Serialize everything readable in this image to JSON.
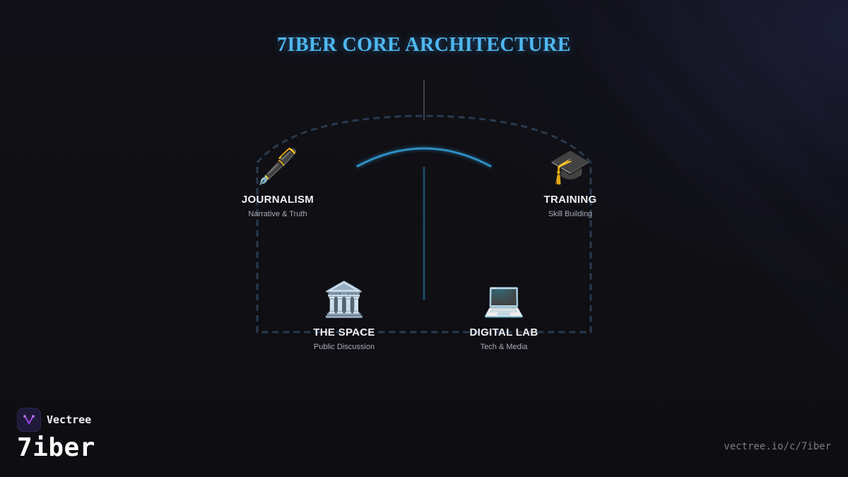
{
  "title": "7IBER CORE ARCHITECTURE",
  "nodes": {
    "journalism": {
      "icon": "fountain-pen-icon",
      "glyph": "🖋️",
      "name": "JOURNALISM",
      "subtitle": "Narrative & Truth"
    },
    "training": {
      "icon": "graduation-cap-icon",
      "glyph": "🎓",
      "name": "TRAINING",
      "subtitle": "Skill Building"
    },
    "space": {
      "icon": "classical-building-icon",
      "glyph": "🏛️",
      "name": "THE SPACE",
      "subtitle": "Public Discussion"
    },
    "lab": {
      "icon": "laptop-icon",
      "glyph": "💻",
      "name": "DIGITAL LAB",
      "subtitle": "Tech & Media"
    }
  },
  "brand": {
    "logo_icon": "vectree-logo-icon",
    "name": "Vectree",
    "channel": "7iber",
    "url": "vectree.io/c/7iber"
  },
  "colors": {
    "title": "#4fb8f0",
    "connector": "#2a3a4e",
    "arc": "#2e8fc4",
    "logo_accent": "#a04be0"
  }
}
